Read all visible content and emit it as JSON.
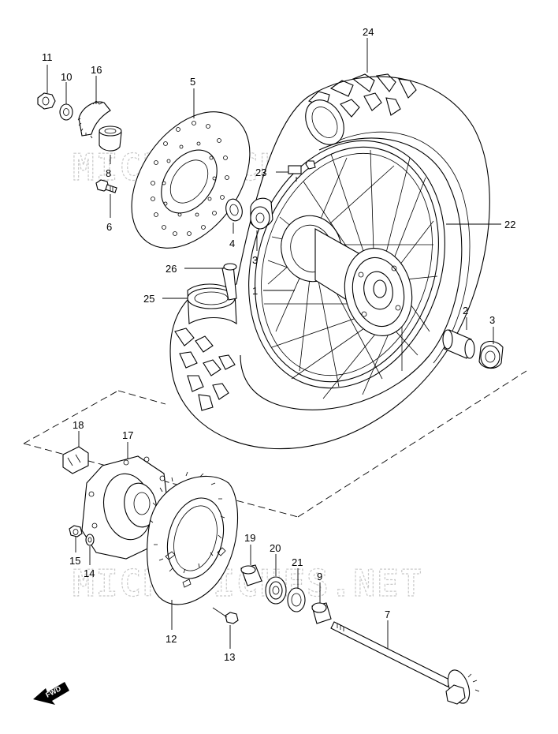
{
  "watermark": {
    "top": "MICROFICHES.NET",
    "bottom": "MICROFICHES.NET"
  },
  "fwd_label": "FWD",
  "callouts": {
    "c1": "1",
    "c2": "2",
    "c3a": "3",
    "c3b": "3",
    "c4": "4",
    "c5": "5",
    "c6": "6",
    "c7": "7",
    "c8": "8",
    "c9": "9",
    "c10": "10",
    "c11": "11",
    "c12": "12",
    "c13": "13",
    "c14": "14",
    "c15": "15",
    "c16": "16",
    "c17": "17",
    "c18": "18",
    "c19": "19",
    "c20": "20",
    "c21": "21",
    "c22": "22",
    "c23": "23",
    "c24": "24",
    "c25": "25",
    "c26": "26"
  }
}
